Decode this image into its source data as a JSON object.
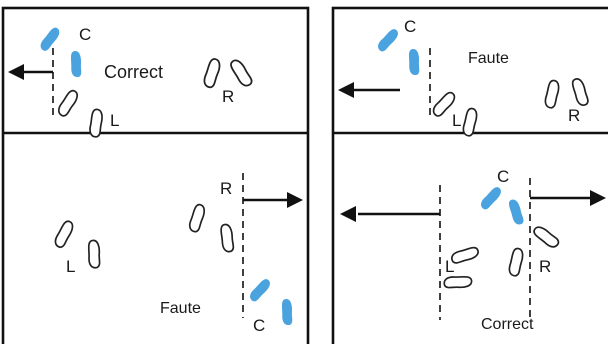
{
  "labels": {
    "c": "C",
    "r": "R",
    "l": "L",
    "correct": "Correct",
    "faute": "Faute"
  },
  "colors": {
    "c_shoe": "#4aa3df",
    "outline": "#222222",
    "frame": "#111111"
  },
  "panels": [
    {
      "id": "top-left",
      "verdict": "Correct"
    },
    {
      "id": "top-right",
      "verdict": "Faute"
    },
    {
      "id": "bottom-left",
      "verdict": "Faute"
    },
    {
      "id": "bottom-right",
      "verdict": "Correct"
    }
  ]
}
